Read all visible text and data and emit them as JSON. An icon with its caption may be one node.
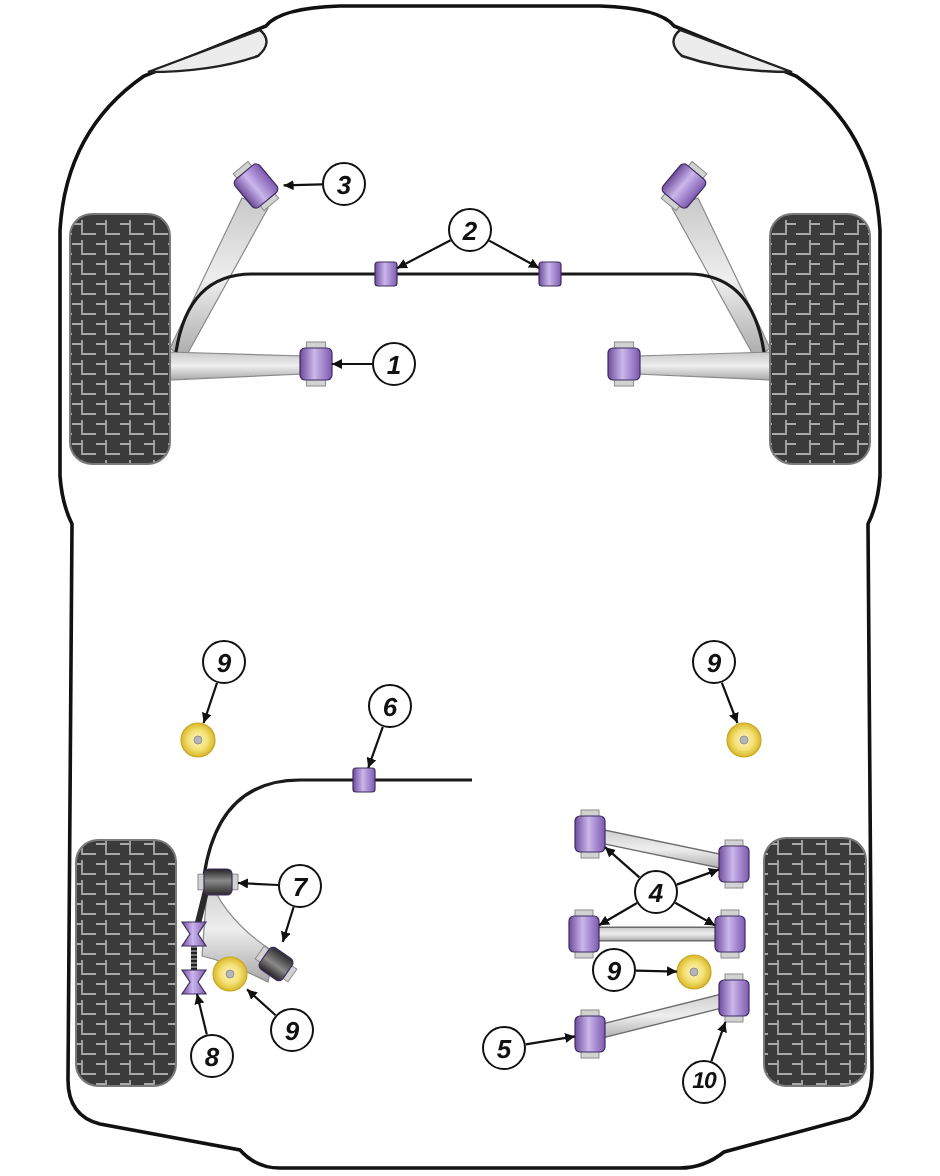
{
  "diagram": {
    "nodes": [
      {
        "text": [
          "3"
        ]
      },
      {
        "text": [
          "2"
        ]
      },
      {
        "text": [
          "1"
        ]
      },
      {
        "text": [
          "9"
        ]
      },
      {
        "text": [
          "9"
        ]
      },
      {
        "text": [
          "6"
        ]
      },
      {
        "text": [
          "7"
        ]
      },
      {
        "text": [
          "4"
        ]
      },
      {
        "text": [
          "9"
        ]
      },
      {
        "text": [
          "9"
        ]
      },
      {
        "text": [
          "8"
        ]
      },
      {
        "text": [
          "5"
        ]
      },
      {
        "text": [
          "10"
        ]
      },
      {
        "text": [],
        "shape": "cylinder"
      },
      {
        "text": [],
        "shape": "box"
      },
      {
        "text": [],
        "shape": "box"
      },
      {
        "text": [],
        "shape": "cylinder"
      },
      {
        "text": [],
        "shape": "circle"
      },
      {
        "text": [],
        "shape": "circle"
      },
      {
        "text": [],
        "shape": "box"
      },
      {
        "text": [],
        "shape": "cylinder"
      },
      {
        "text": [],
        "shape": "cylinder"
      },
      {
        "text": [],
        "shape": "cylinder"
      },
      {
        "text": [],
        "shape": "cylinder"
      },
      {
        "text": [],
        "shape": "cylinder"
      },
      {
        "text": [],
        "shape": "cylinder"
      },
      {
        "text": [],
        "shape": "circle"
      },
      {
        "text": [],
        "shape": "circle"
      },
      {
        "text": [],
        "shape": "cylinder"
      },
      {
        "text": [],
        "shape": "cylinder"
      },
      {
        "text": [],
        "shape": "cylinder"
      }
    ],
    "edges": [
      {
        "from": 0,
        "to": 13,
        "arrow": "to"
      },
      {
        "from": 1,
        "to": 14,
        "arrow": "to"
      },
      {
        "from": 1,
        "to": 15,
        "arrow": "to"
      },
      {
        "from": 2,
        "to": 16,
        "arrow": "to"
      },
      {
        "from": 3,
        "to": 17,
        "arrow": "to"
      },
      {
        "from": 4,
        "to": 18,
        "arrow": "to"
      },
      {
        "from": 5,
        "to": 19,
        "arrow": "to"
      },
      {
        "from": 6,
        "to": 20,
        "arrow": "to"
      },
      {
        "from": 6,
        "to": 21,
        "arrow": "to"
      },
      {
        "from": 7,
        "to": 22,
        "arrow": "to"
      },
      {
        "from": 7,
        "to": 23,
        "arrow": "to"
      },
      {
        "from": 7,
        "to": 24,
        "arrow": "to"
      },
      {
        "from": 7,
        "to": 25,
        "arrow": "to"
      },
      {
        "from": 8,
        "to": 26,
        "arrow": "to"
      },
      {
        "from": 9,
        "to": 27,
        "arrow": "to"
      },
      {
        "from": 10,
        "to": 28,
        "arrow": "to"
      },
      {
        "from": 11,
        "to": 29,
        "arrow": "to"
      },
      {
        "from": 12,
        "to": 30,
        "arrow": "to"
      }
    ]
  }
}
